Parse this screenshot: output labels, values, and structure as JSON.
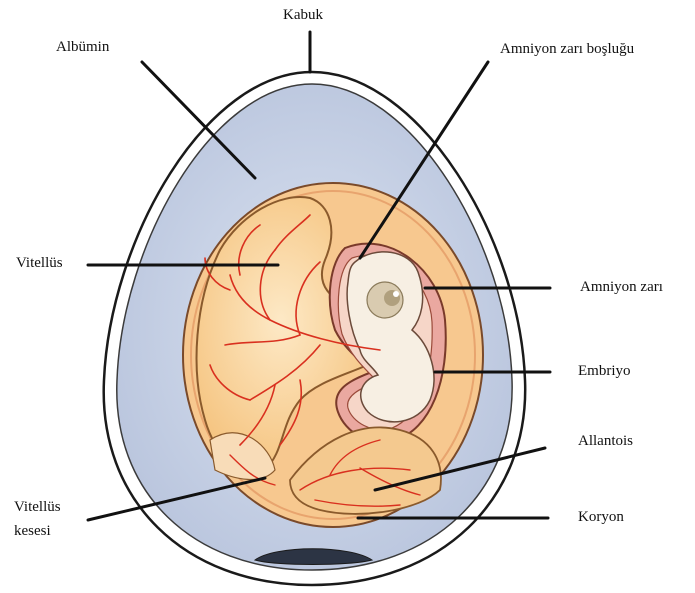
{
  "diagram": {
    "labels": {
      "kabuk": "Kabuk",
      "albumin": "Albümin",
      "amniyon_bosluk": "Amniyon zarı boşluğu",
      "vitellus": "Vitellüs",
      "amniyon_zar": "Amniyon zarı",
      "embriyo": "Embriyo",
      "allantois": "Allantois",
      "vitellus_kesesi_1": "Vitellüs",
      "vitellus_kesesi_2": "kesesi",
      "koryon": "Koryon"
    },
    "colors": {
      "shell_outline": "#1a1a1a",
      "albumin": "#c9d3e6",
      "yolk": "#f9d59b",
      "yolk_light": "#fbe3b8",
      "vessels": "#d9301f",
      "amnion_pink": "#e9a6a0",
      "embryo": "#f6efe4",
      "leader_lines": "#111111"
    }
  }
}
